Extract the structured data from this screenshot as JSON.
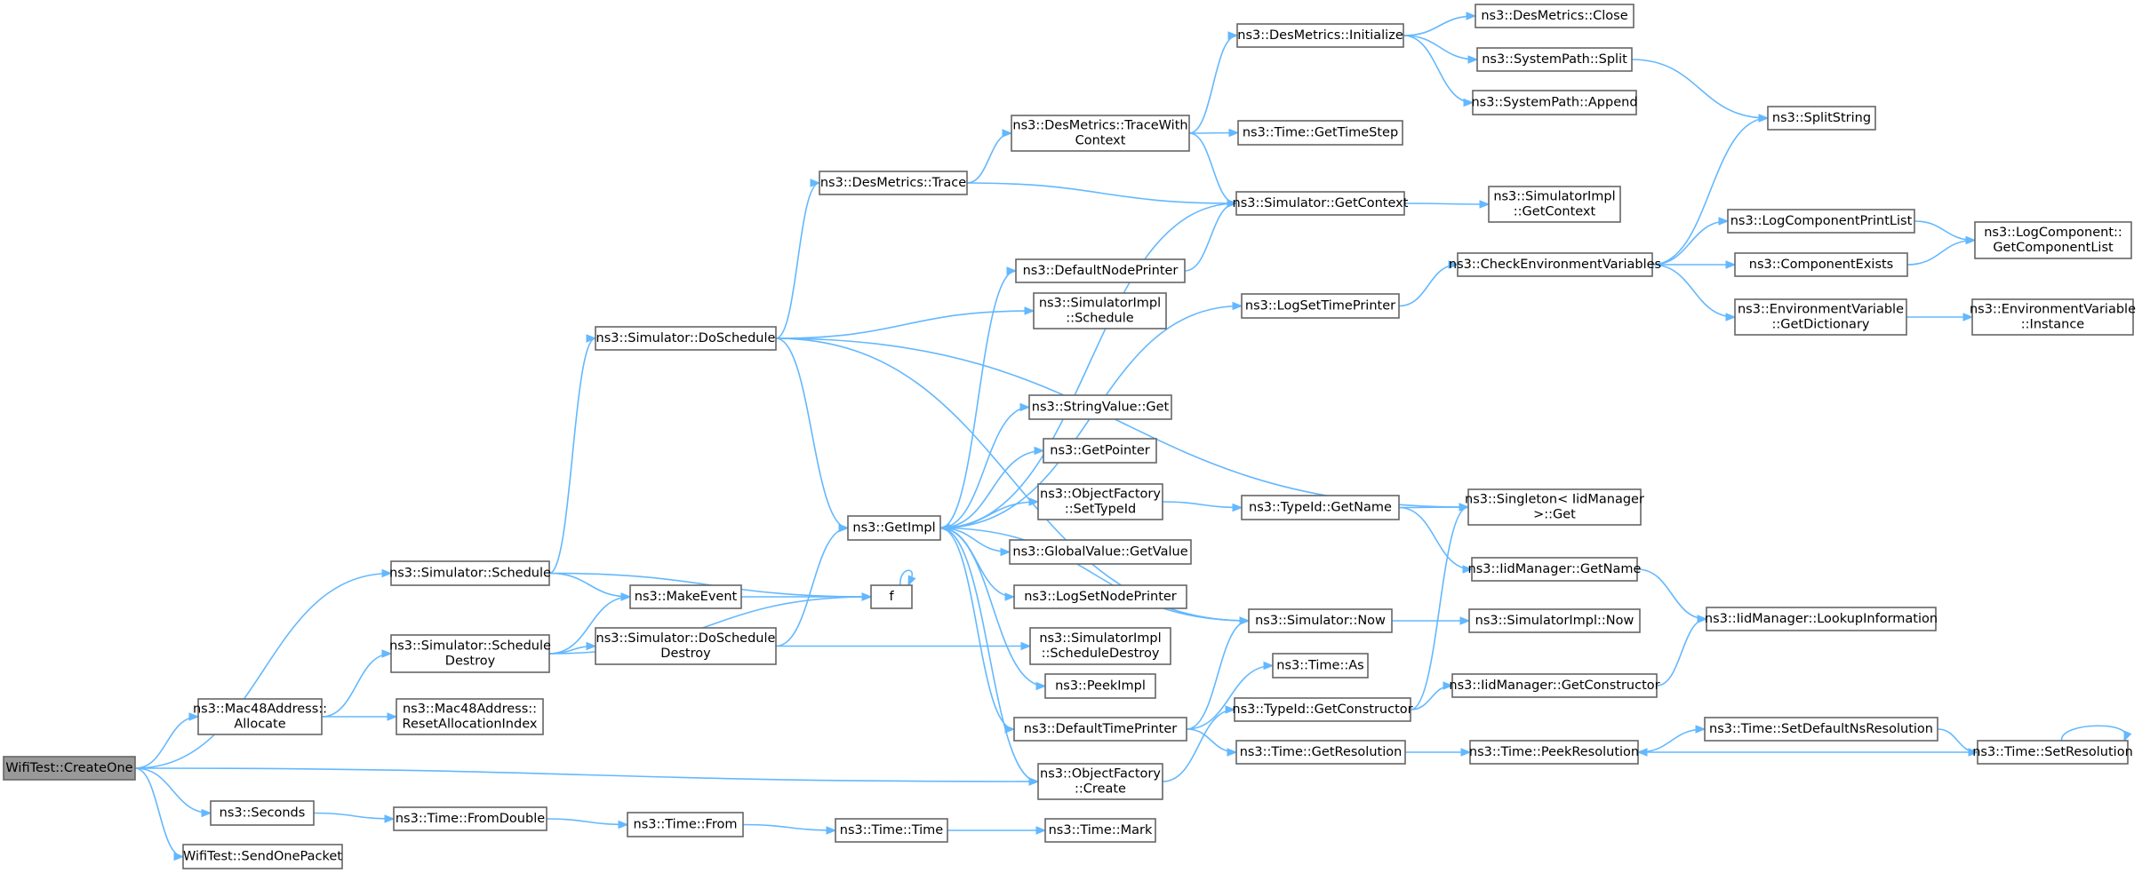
{
  "graph": {
    "direction": "left-to-right",
    "edge_color": "#63b8ff",
    "node_border_color": "#666666",
    "root_fill": "#999999",
    "nodes": [
      {
        "id": "CreateOne",
        "lines": [
          "WifiTest::CreateOne"
        ],
        "root": true
      },
      {
        "id": "Allocate",
        "lines": [
          "ns3::Mac48Address::",
          "Allocate"
        ]
      },
      {
        "id": "Seconds",
        "lines": [
          "ns3::Seconds"
        ]
      },
      {
        "id": "SendOnePacket",
        "lines": [
          "WifiTest::SendOnePacket"
        ]
      },
      {
        "id": "Schedule",
        "lines": [
          "ns3::Simulator::Schedule"
        ]
      },
      {
        "id": "ScheduleDestroy",
        "lines": [
          "ns3::Simulator::Schedule",
          "Destroy"
        ]
      },
      {
        "id": "ResetAlloc",
        "lines": [
          "ns3::Mac48Address::",
          "ResetAllocationIndex"
        ]
      },
      {
        "id": "FromDouble",
        "lines": [
          "ns3::Time::FromDouble"
        ]
      },
      {
        "id": "DoSchedule",
        "lines": [
          "ns3::Simulator::DoSchedule"
        ]
      },
      {
        "id": "MakeEvent",
        "lines": [
          "ns3::MakeEvent"
        ]
      },
      {
        "id": "DoScheduleDestroy",
        "lines": [
          "ns3::Simulator::DoSchedule",
          "Destroy"
        ]
      },
      {
        "id": "TimeFrom",
        "lines": [
          "ns3::Time::From"
        ]
      },
      {
        "id": "DMTrace",
        "lines": [
          "ns3::DesMetrics::Trace"
        ]
      },
      {
        "id": "GetImpl",
        "lines": [
          "ns3::GetImpl"
        ]
      },
      {
        "id": "f",
        "lines": [
          "f"
        ]
      },
      {
        "id": "TimeTime",
        "lines": [
          "ns3::Time::Time"
        ]
      },
      {
        "id": "DMTraceWithContext",
        "lines": [
          "ns3::DesMetrics::TraceWith",
          "Context"
        ]
      },
      {
        "id": "SIScheduleImpl",
        "lines": [
          "ns3::SimulatorImpl",
          "::Schedule"
        ]
      },
      {
        "id": "DefaultNodePrinter",
        "lines": [
          "ns3::DefaultNodePrinter"
        ]
      },
      {
        "id": "StringValueGet",
        "lines": [
          "ns3::StringValue::Get"
        ]
      },
      {
        "id": "GetPointer",
        "lines": [
          "ns3::GetPointer"
        ]
      },
      {
        "id": "OFSetTypeId",
        "lines": [
          "ns3::ObjectFactory",
          "::SetTypeId"
        ]
      },
      {
        "id": "GVGetValue",
        "lines": [
          "ns3::GlobalValue::GetValue"
        ]
      },
      {
        "id": "LogSetNodePrinter",
        "lines": [
          "ns3::LogSetNodePrinter"
        ]
      },
      {
        "id": "SIScheduleDestroy",
        "lines": [
          "ns3::SimulatorImpl",
          "::ScheduleDestroy"
        ]
      },
      {
        "id": "PeekImpl",
        "lines": [
          "ns3::PeekImpl"
        ]
      },
      {
        "id": "DefaultTimePrinter",
        "lines": [
          "ns3::DefaultTimePrinter"
        ]
      },
      {
        "id": "OFCreate",
        "lines": [
          "ns3::ObjectFactory",
          "::Create"
        ]
      },
      {
        "id": "TimeMark",
        "lines": [
          "ns3::Time::Mark"
        ]
      },
      {
        "id": "DMInitialize",
        "lines": [
          "ns3::DesMetrics::Initialize"
        ]
      },
      {
        "id": "TimeGetTimeStep",
        "lines": [
          "ns3::Time::GetTimeStep"
        ]
      },
      {
        "id": "SimGetContext",
        "lines": [
          "ns3::Simulator::GetContext"
        ]
      },
      {
        "id": "LogSetTimePrinter",
        "lines": [
          "ns3::LogSetTimePrinter"
        ]
      },
      {
        "id": "TypeIdGetName",
        "lines": [
          "ns3::TypeId::GetName"
        ]
      },
      {
        "id": "SimNow",
        "lines": [
          "ns3::Simulator::Now"
        ]
      },
      {
        "id": "TimeAs",
        "lines": [
          "ns3::Time::As"
        ]
      },
      {
        "id": "TypeIdGetConstructor",
        "lines": [
          "ns3::TypeId::GetConstructor"
        ]
      },
      {
        "id": "TimeGetResolution",
        "lines": [
          "ns3::Time::GetResolution"
        ]
      },
      {
        "id": "DMClose",
        "lines": [
          "ns3::DesMetrics::Close"
        ]
      },
      {
        "id": "SPSplit",
        "lines": [
          "ns3::SystemPath::Split"
        ]
      },
      {
        "id": "SPAppend",
        "lines": [
          "ns3::SystemPath::Append"
        ]
      },
      {
        "id": "SIGetContext",
        "lines": [
          "ns3::SimulatorImpl",
          "::GetContext"
        ]
      },
      {
        "id": "CheckEnvVars",
        "lines": [
          "ns3::CheckEnvironmentVariables"
        ]
      },
      {
        "id": "SingletonGet",
        "lines": [
          "ns3::Singleton< IidManager",
          ">::Get"
        ]
      },
      {
        "id": "IidGetName",
        "lines": [
          "ns3::IidManager::GetName"
        ]
      },
      {
        "id": "SINow",
        "lines": [
          "ns3::SimulatorImpl::Now"
        ]
      },
      {
        "id": "IidGetConstructor",
        "lines": [
          "ns3::IidManager::GetConstructor"
        ]
      },
      {
        "id": "TimePeekResolution",
        "lines": [
          "ns3::Time::PeekResolution"
        ]
      },
      {
        "id": "SplitString",
        "lines": [
          "ns3::SplitString"
        ]
      },
      {
        "id": "LogComponentPrintList",
        "lines": [
          "ns3::LogComponentPrintList"
        ]
      },
      {
        "id": "ComponentExists",
        "lines": [
          "ns3::ComponentExists"
        ]
      },
      {
        "id": "EVGetDictionary",
        "lines": [
          "ns3::EnvironmentVariable",
          "::GetDictionary"
        ]
      },
      {
        "id": "IidLookupInfo",
        "lines": [
          "ns3::IidManager::LookupInformation"
        ]
      },
      {
        "id": "TimeSetDefaultNsRes",
        "lines": [
          "ns3::Time::SetDefaultNsResolution"
        ]
      },
      {
        "id": "LCGetComponentList",
        "lines": [
          "ns3::LogComponent::",
          "GetComponentList"
        ]
      },
      {
        "id": "EVInstance",
        "lines": [
          "ns3::EnvironmentVariable",
          "::Instance"
        ]
      },
      {
        "id": "TimeSetResolution",
        "lines": [
          "ns3::Time::SetResolution"
        ]
      }
    ]
  }
}
